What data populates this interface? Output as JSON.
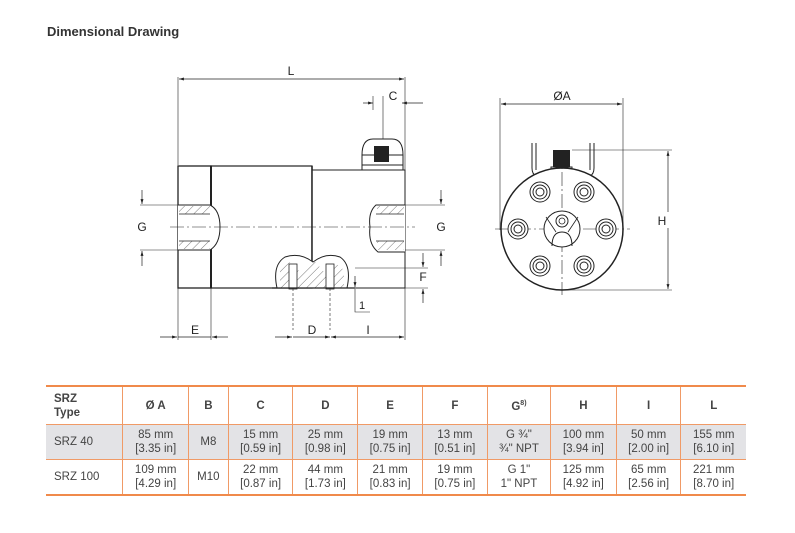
{
  "page": {
    "title": "Dimensional Drawing"
  },
  "drawing": {
    "side_view_labels": {
      "L": "L",
      "C": "C",
      "G_left": "G",
      "G_right": "G",
      "F": "F",
      "one": "1",
      "E": "E",
      "D": "D",
      "I": "I"
    },
    "front_view_labels": {
      "diameter_A": "ØA",
      "H": "H"
    }
  },
  "table": {
    "headers": [
      {
        "id": "type",
        "lines": [
          "SRZ",
          "Type"
        ]
      },
      {
        "id": "A",
        "label": "Ø A"
      },
      {
        "id": "B",
        "label": "B"
      },
      {
        "id": "C",
        "label": "C"
      },
      {
        "id": "D",
        "label": "D"
      },
      {
        "id": "E",
        "label": "E"
      },
      {
        "id": "F",
        "label": "F"
      },
      {
        "id": "G",
        "label": "G",
        "sup": "8)"
      },
      {
        "id": "H",
        "label": "H"
      },
      {
        "id": "I",
        "label": "I"
      },
      {
        "id": "L",
        "label": "L"
      }
    ],
    "rows": [
      {
        "type": "SRZ 40",
        "A": [
          "85 mm",
          "[3.35 in]"
        ],
        "B": [
          "M8"
        ],
        "C": [
          "15 mm",
          "[0.59 in]"
        ],
        "D": [
          "25 mm",
          "[0.98 in]"
        ],
        "E": [
          "19 mm",
          "[0.75 in]"
        ],
        "F": [
          "13 mm",
          "[0.51 in]"
        ],
        "G": [
          "G ¾\"",
          "¾\"  NPT"
        ],
        "H": [
          "100 mm",
          "[3.94 in]"
        ],
        "I": [
          "50 mm",
          "[2.00 in]"
        ],
        "L": [
          "155 mm",
          "[6.10 in]"
        ]
      },
      {
        "type": "SRZ 100",
        "A": [
          "109 mm",
          "[4.29 in]"
        ],
        "B": [
          "M10"
        ],
        "C": [
          "22 mm",
          "[0.87 in]"
        ],
        "D": [
          "44 mm",
          "[1.73 in]"
        ],
        "E": [
          "21 mm",
          "[0.83 in]"
        ],
        "F": [
          "19 mm",
          "[0.75 in]"
        ],
        "G": [
          "G 1\"",
          "1\"  NPT"
        ],
        "H": [
          "125 mm",
          "[4.92 in]"
        ],
        "I": [
          "65 mm",
          "[2.56 in]"
        ],
        "L": [
          "221 mm",
          "[8.70 in]"
        ]
      }
    ]
  },
  "colors": {
    "table_border": "#f09a66",
    "table_border_strong": "#f08a4b",
    "highlight_row": "#e3e3e6"
  }
}
